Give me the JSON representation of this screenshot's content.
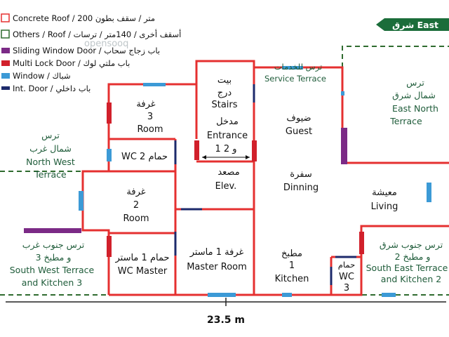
{
  "colors": {
    "concrete_wall": "#e53030",
    "other_roof": "#2f6b2f",
    "sliding_door": "#7b2a86",
    "multilock_door": "#d1202b",
    "window": "#3c9ad6",
    "int_door": "#1d2a6b",
    "terrace_text": "#1f5c3a",
    "east_arrow": "#1b6d3a"
  },
  "legend": [
    {
      "icon": "concrete-roof-swatch",
      "text": "Concrete Roof / 200 متر / سقف بطون"
    },
    {
      "icon": "other-roof-swatch",
      "text": "Others / Roof / أسقف أخرى / 140متر / ترسات"
    },
    {
      "icon": "sliding-door-swatch",
      "text": "Sliding Window Door / باب زجاج سحاب"
    },
    {
      "icon": "multilock-door-swatch",
      "text": "Multi Lock Door / باب ملتي لوك"
    },
    {
      "icon": "window-swatch",
      "text": "Window / شباك"
    },
    {
      "icon": "int-door-swatch",
      "text": "Int. Door / باب داخلي"
    }
  ],
  "east_label": "شرق East",
  "watermark": "opensooq",
  "rooms": {
    "stairs": [
      "بيت",
      "درج",
      "Stairs"
    ],
    "service_terrace": [
      "ترس للخدمات",
      "Service Terrace"
    ],
    "room3": [
      "غرفة",
      "3",
      "Room"
    ],
    "entrance": [
      "مدخل",
      "Entrance",
      "1 و 2"
    ],
    "guest": [
      "ضيوف",
      "Guest"
    ],
    "east_north": [
      "ترس",
      "شمال شرق",
      "East North",
      "Terrace"
    ],
    "north_west": [
      "ترس",
      "شمال غرب",
      "North West",
      "Terrace"
    ],
    "wc2": "WC 2 حمام",
    "elevator": [
      "مصعد",
      "Elev."
    ],
    "dinning": [
      "سفرة",
      "Dinning"
    ],
    "living": [
      "معيشة",
      "Living"
    ],
    "room2": [
      "غرفة",
      "2",
      "Room"
    ],
    "south_west": [
      "ترس جنوب غرب",
      "و مطبخ 3",
      "South West Terrace",
      "and Kitchen 3"
    ],
    "wc_master": [
      "حمام 1 ماستر",
      "WC Master"
    ],
    "master_room": [
      "غرفة 1 ماستر",
      "Master Room"
    ],
    "kitchen": [
      "مطبخ",
      "1",
      "Kitchen"
    ],
    "wc3": [
      "حمام",
      "WC",
      "3"
    ],
    "south_east": [
      "ترس جنوب شرق",
      "و مطبخ 2",
      "South East Terrace",
      "and Kitchen 2"
    ]
  },
  "dimension": "23.5 m"
}
